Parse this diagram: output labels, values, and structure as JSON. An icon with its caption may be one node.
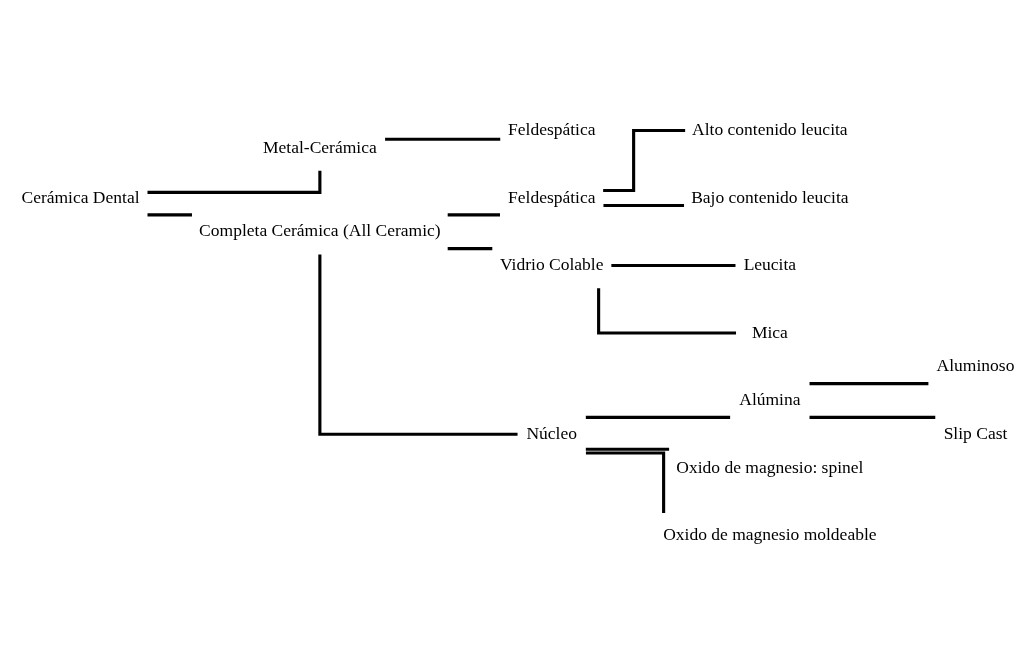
{
  "diagram": {
    "nodes": [
      {
        "text": [
          "Cerámica Dental"
        ]
      },
      {
        "text": [
          "Metal-Cerámica"
        ]
      },
      {
        "text": [
          "Feldespática"
        ]
      },
      {
        "text": [
          "Completa Cerámica (All Ceramic)"
        ]
      },
      {
        "text": [
          "Feldespática"
        ]
      },
      {
        "text": [
          "Alto contenido leucita"
        ]
      },
      {
        "text": [
          "Bajo contenido leucita"
        ]
      },
      {
        "text": [
          "Vidrio Colable"
        ]
      },
      {
        "text": [
          "Leucita"
        ]
      },
      {
        "text": [
          "Mica"
        ]
      },
      {
        "text": [
          "Núcleo"
        ]
      },
      {
        "text": [
          "Alúmina"
        ]
      },
      {
        "text": [
          "Aluminoso"
        ]
      },
      {
        "text": [
          "Slip Cast"
        ]
      },
      {
        "text": [
          "Oxido de magnesio: spinel"
        ]
      },
      {
        "text": [
          "Oxido de magnesio moldeable"
        ]
      }
    ],
    "edges": [
      {
        "from": 0,
        "to": 1,
        "arrow": "none"
      },
      {
        "from": 0,
        "to": 3,
        "arrow": "none"
      },
      {
        "from": 1,
        "to": 2,
        "arrow": "none"
      },
      {
        "from": 3,
        "to": 4,
        "arrow": "none"
      },
      {
        "from": 3,
        "to": 7,
        "arrow": "none"
      },
      {
        "from": 3,
        "to": 10,
        "arrow": "none"
      },
      {
        "from": 4,
        "to": 5,
        "arrow": "none"
      },
      {
        "from": 4,
        "to": 6,
        "arrow": "none"
      },
      {
        "from": 7,
        "to": 8,
        "arrow": "none"
      },
      {
        "from": 7,
        "to": 9,
        "arrow": "none"
      },
      {
        "from": 10,
        "to": 11,
        "arrow": "none"
      },
      {
        "from": 10,
        "to": 14,
        "arrow": "none"
      },
      {
        "from": 10,
        "to": 15,
        "arrow": "none"
      },
      {
        "from": 11,
        "to": 12,
        "arrow": "none"
      },
      {
        "from": 11,
        "to": 13,
        "arrow": "none"
      }
    ]
  }
}
